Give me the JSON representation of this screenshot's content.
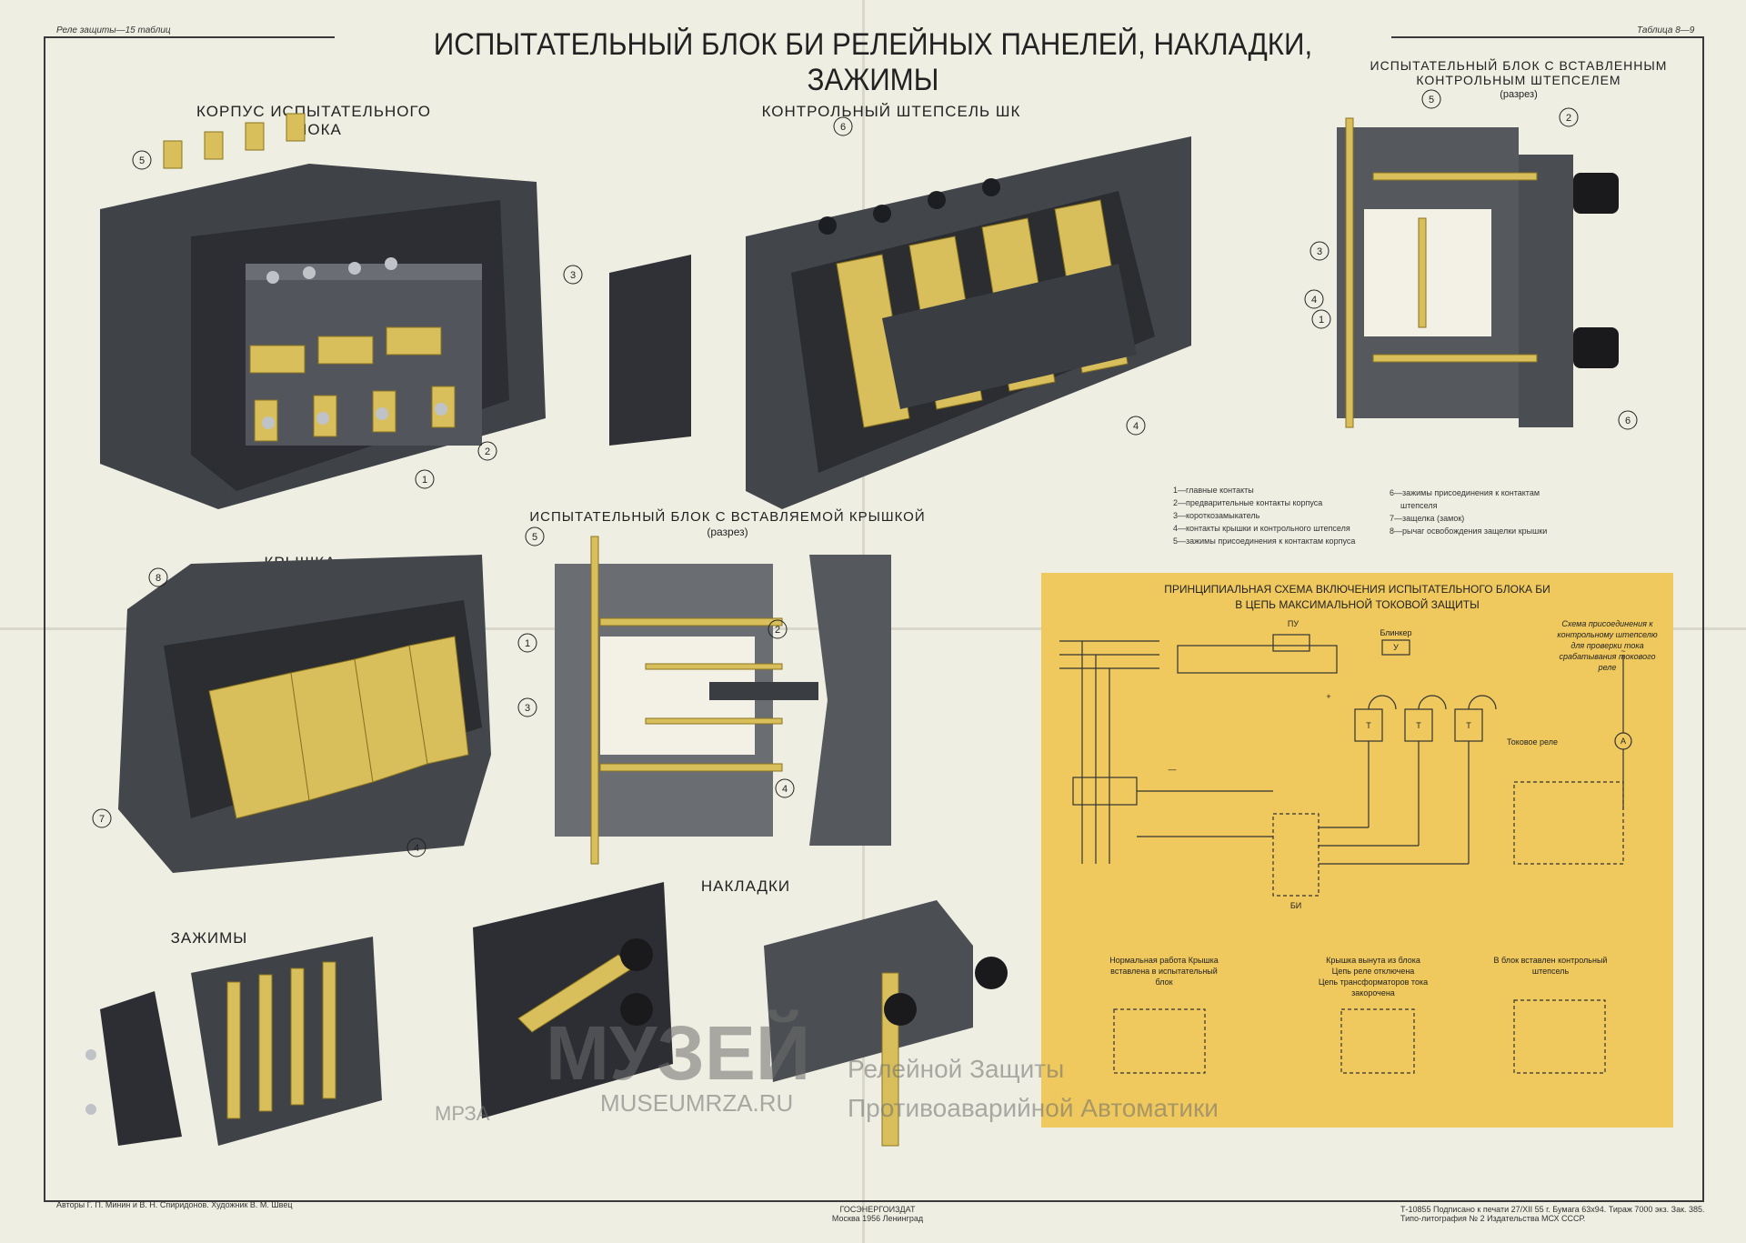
{
  "header": {
    "top_left": "Реле защиты—15 таблиц",
    "top_right": "Таблица 8—9",
    "title": "ИСПЫТАТЕЛЬНЫЙ БЛОК БИ РЕЛЕЙНЫХ ПАНЕЛЕЙ, НАКЛАДКИ, ЗАЖИМЫ"
  },
  "sections": {
    "housing": "КОРПУС ИСПЫТАТЕЛЬНОГО БЛОКА",
    "plug": "КОНТРОЛЬНЫЙ ШТЕПСЕЛЬ ШК",
    "block_plug_line1": "ИСПЫТАТЕЛЬНЫЙ БЛОК С ВСТАВЛЕННЫМ",
    "block_plug_line2": "КОНТРОЛЬНЫМ ШТЕПСЕЛЕМ",
    "block_plug_cut": "(разрез)",
    "cover": "КРЫШКА",
    "block_cover_line1": "ИСПЫТАТЕЛЬНЫЙ БЛОК С ВСТАВЛЯЕМОЙ КРЫШКОЙ",
    "block_cover_cut": "(разрез)",
    "clamps": "ЗАЖИМЫ",
    "straps": "НАКЛАДКИ"
  },
  "legend": {
    "left": [
      "1—главные контакты",
      "2—предварительные контакты корпуса",
      "3—короткозамыкатель",
      "4—контакты крышки и контрольного штепселя",
      "5—зажимы присоединения к контактам корпуса"
    ],
    "right": [
      "6—зажимы присоединения к контактам",
      "штепселя",
      "7—защелка (замок)",
      "8—рычаг освобождения защелки крышки"
    ]
  },
  "scheme": {
    "title_line1": "ПРИНЦИПИАЛЬНАЯ СХЕМА ВКЛЮЧЕНИЯ ИСПЫТАТЕЛЬНОГО БЛОКА БИ",
    "title_line2": "В ЦЕПЬ МАКСИМАЛЬНОЙ ТОКОВОЙ ЗАЩИТЫ",
    "pu": "ПУ",
    "blinker": "Блинкер",
    "u": "У",
    "t": "Т",
    "current_relay": "Токовое реле",
    "plus": "+",
    "minus": "—",
    "bi": "БИ",
    "ammeter": "А",
    "tilde": "~",
    "note": "Схема присоединения к контрольному штепселю для проверки тока срабатывания токового реле",
    "case1": "Нормальная работа Крышка вставлена в испытательный блок",
    "case2_line1": "Крышка вынута из блока",
    "case2_line2": "Цепь реле отключена",
    "case2_line3": "Цепь трансформаторов тока закорочена",
    "case3": "В блок вставлен контрольный штепсель"
  },
  "callouts": [
    "1",
    "2",
    "3",
    "4",
    "5",
    "6",
    "7",
    "8"
  ],
  "watermark": {
    "big": "МУЗЕЙ",
    "abbr": "МРЗА",
    "url": "MUSEUMRZA.RU",
    "line1": "Релейной Защиты",
    "line2": "Противоаварийной Автоматики"
  },
  "footer": {
    "authors": "Авторы Г. П. Минин и В. Н. Спиридонов. Художник В. М. Швец",
    "publisher_line1": "ГОСЭНЕРГОИЗДАТ",
    "publisher_line2": "Москва 1956 Ленинград",
    "print_line1": "Т-10855 Подписано к печати 27/XII 55 г. Бумага 63х94. Тираж 7000 экз. Зак. 385.",
    "print_line2": "Типо-литография № 2 Издательства МСХ СССР."
  },
  "colors": {
    "paper": "#efeee2",
    "metal": "#44474c",
    "brass": "#d8bf5c",
    "scheme_bg": "#f0c95e"
  }
}
